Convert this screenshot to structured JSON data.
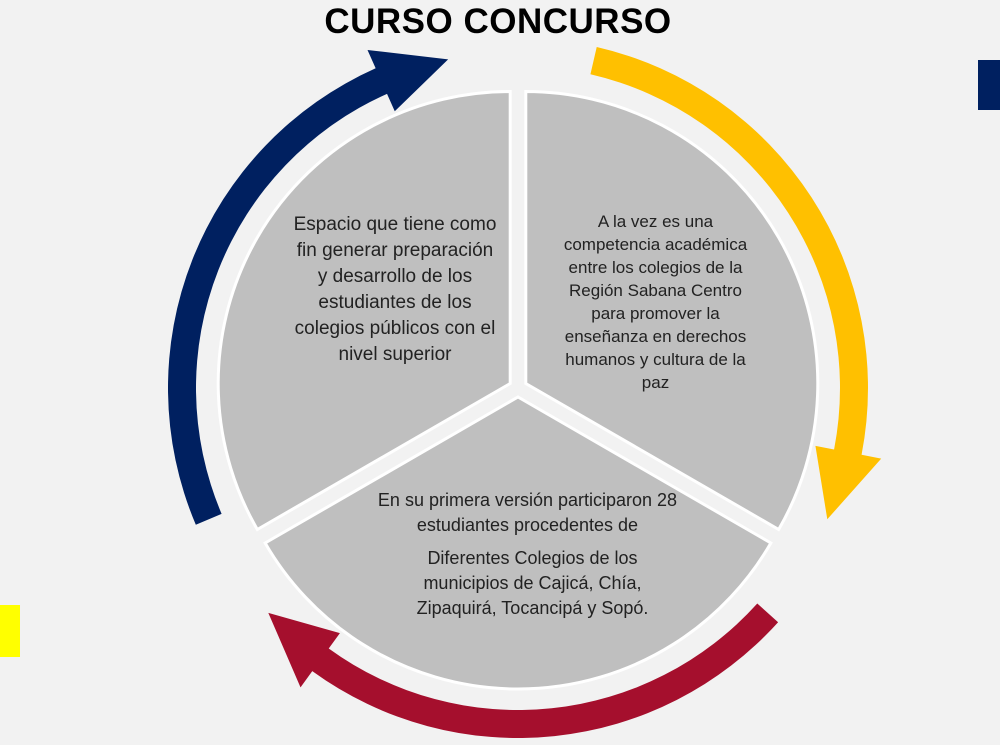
{
  "title": "CURSO CONCURSO",
  "segments": {
    "left": "Espacio que tiene como fin generar preparación y desarrollo de los estudiantes de los colegios públicos con el nivel superior",
    "right": "A la vez es una competencia académica entre los colegios de la Región Sabana Centro para promover la enseñanza en derechos humanos y cultura de la paz",
    "bottom_line1": "En su primera versión participaron 28 estudiantes procedentes de",
    "bottom_line2": "Diferentes Colegios de los municipios de Cajicá, Chía, Zipaquirá, Tocancipá y Sopó."
  },
  "colors": {
    "navy": "#002060",
    "yellow": "#ffc000",
    "red": "#a50f2d",
    "gray": "#bfbfbf",
    "bg": "#f2f2f2",
    "accent_yellow": "#ffff00"
  }
}
